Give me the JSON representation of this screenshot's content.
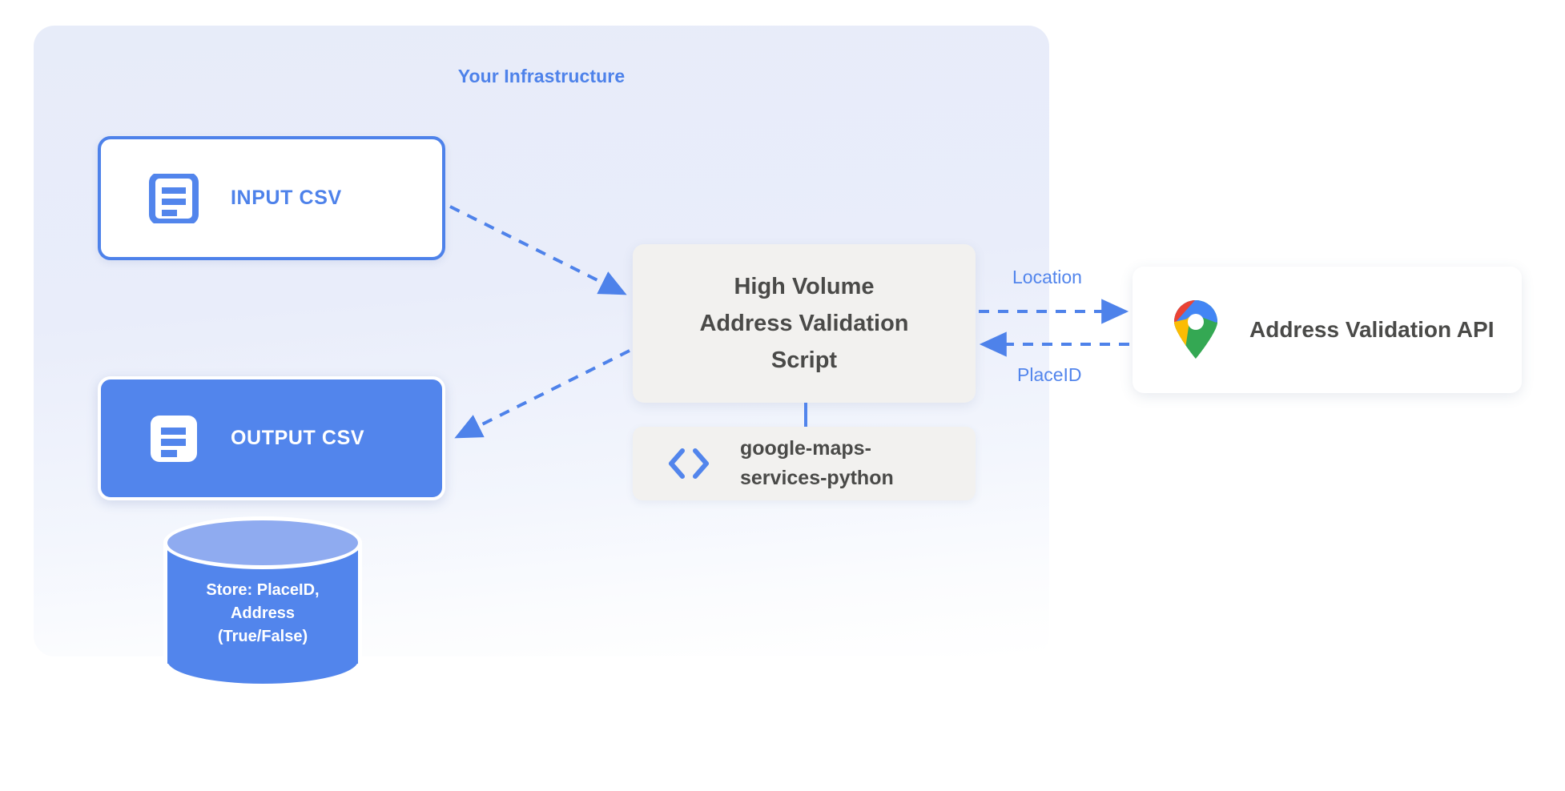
{
  "diagram": {
    "panel": {
      "title": "Your Infrastructure",
      "accent_color": "#4e82ea",
      "background_color": "#e8ecf9"
    },
    "nodes": {
      "input_csv": {
        "label": "INPUT CSV",
        "icon": "document-icon",
        "fill": "#ffffff",
        "border": "#4e82ea",
        "text_color": "#4e82ea"
      },
      "output_csv": {
        "label": "OUTPUT CSV",
        "icon": "document-icon",
        "fill": "#5285ec",
        "border": "#ffffff",
        "text_color": "#ffffff"
      },
      "script": {
        "line1": "High Volume",
        "line2": "Address Validation",
        "line3": "Script",
        "fill": "#f2f1ef",
        "text_color": "#4a4a48"
      },
      "library": {
        "line1": "google-maps-",
        "line2": "services-python",
        "icon": "code-brackets-icon",
        "fill": "#f2f1ef",
        "text_color": "#4a4a48",
        "icon_color": "#5285ec"
      },
      "api": {
        "label": "Address Validation API",
        "icon": "google-maps-pin-icon",
        "fill": "#ffffff",
        "text_color": "#4a4a48"
      },
      "database": {
        "line1": "Store: PlaceID,",
        "line2": "Address",
        "line3": "(True/False)",
        "body_color": "#5285ec",
        "top_color": "#8fabf0",
        "text_color": "#ffffff"
      }
    },
    "edges": {
      "request_label": "Location",
      "response_label": "PlaceID",
      "line_color": "#4e82ea",
      "style": "dashed"
    }
  }
}
